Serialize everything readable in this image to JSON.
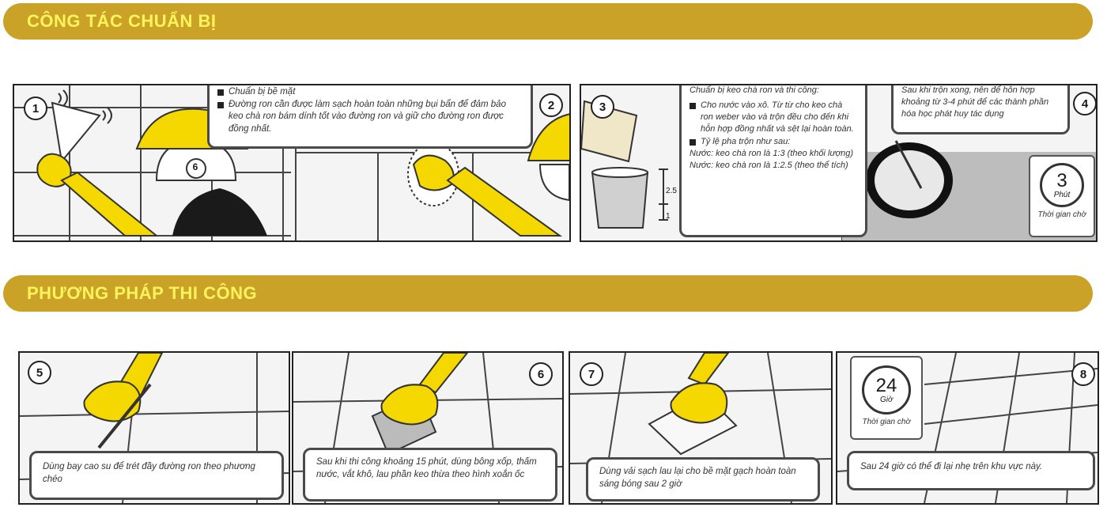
{
  "sections": {
    "prep_title": "CÔNG TÁC CHUẨN BỊ",
    "method_title": "PHƯƠNG PHÁP THI CÔNG"
  },
  "steps": {
    "s1": "1",
    "s2": "2",
    "s3": "3",
    "s4": "4",
    "s5": "5",
    "s6": "6",
    "s7": "7",
    "s8": "8"
  },
  "illustration_labels": {
    "worker_badge": "6",
    "bucket_ratio_top": "2.5",
    "bucket_ratio_bottom": "1"
  },
  "prep": {
    "surface_items": [
      "Chuẩn bị bề mặt",
      "Đường ron cần được làm sạch hoàn toàn những bụi bẩn để đảm bảo keo chà ron bám dính tốt vào đường ron và giữ cho đường ron được đồng nhất."
    ],
    "mixing_heading": "Chuẩn bị keo chà ron và thi công:",
    "mixing_item_1": "Cho nước vào xô. Từ từ cho keo chà ron weber vào và trộn đều cho đến khi hỗn hợp đồng nhất và sệt lại hoàn toàn.",
    "mixing_item_2": "Tỷ lệ pha trộn như sau:",
    "ratio_weight": "Nước: keo chà ron là 1:3 (theo khối lượng)",
    "ratio_volume": "Nước: keo chà ron là 1:2.5 (theo thể tích)",
    "rest_text": "Sau khi trộn xong, nên để hỗn hợp khoảng từ 3-4 phút để các thành phần hóa học phát huy tác dụng",
    "timer_value": "3",
    "timer_unit": "Phút",
    "timer_label": "Thời gian chờ"
  },
  "method": {
    "step5_text": "Dùng bay cao su để trét đầy đường ron theo phương chéo",
    "step6_text": "Sau khi thi công khoảng 15 phút, dùng bông xốp, thấm nước, vắt khô, lau phần keo thừa theo hình xoắn ốc",
    "step7_text": "Dùng vải sạch lau lại cho bề mặt gạch hoàn toàn sáng bóng sau 2 giờ",
    "step8_text": "Sau 24 giờ có thể đi lại nhẹ trên khu vực này.",
    "timer_value": "24",
    "timer_unit": "Giờ",
    "timer_label": "Thời gian chờ"
  },
  "colors": {
    "banner": "#c9a227",
    "banner_text": "#fff45c",
    "helmet": "#f5d800",
    "glove": "#f5d800"
  }
}
